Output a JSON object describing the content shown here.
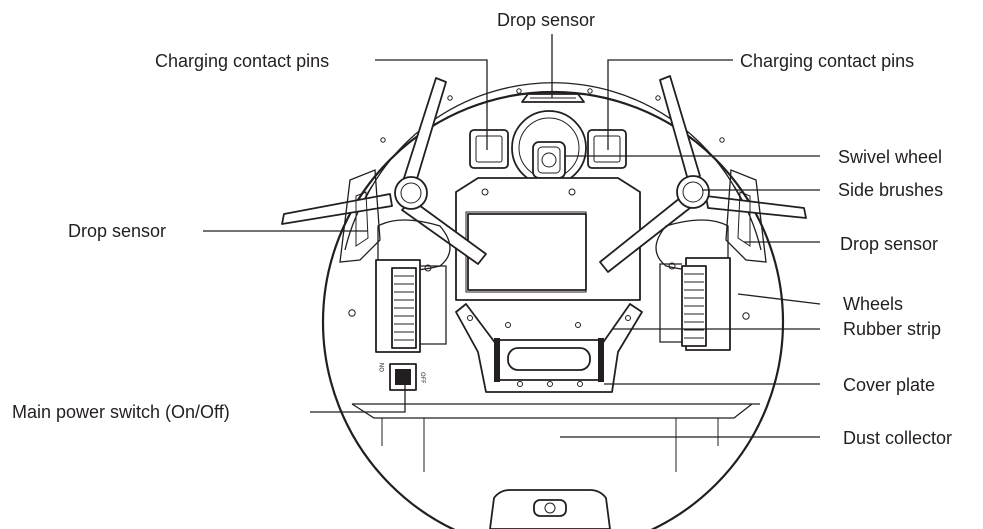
{
  "labels": {
    "drop_sensor_top": "Drop sensor",
    "charging_pins_left": "Charging contact pins",
    "charging_pins_right": "Charging contact pins",
    "swivel_wheel": "Swivel wheel",
    "side_brushes": "Side brushes",
    "drop_sensor_left": "Drop sensor",
    "drop_sensor_right": "Drop sensor",
    "wheels": "Wheels",
    "rubber_strip": "Rubber strip",
    "cover_plate": "Cover plate",
    "main_power_switch": "Main power switch (On/Off)",
    "dust_collector": "Dust collector"
  },
  "colors": {
    "line": "#231f20",
    "background": "#ffffff"
  }
}
